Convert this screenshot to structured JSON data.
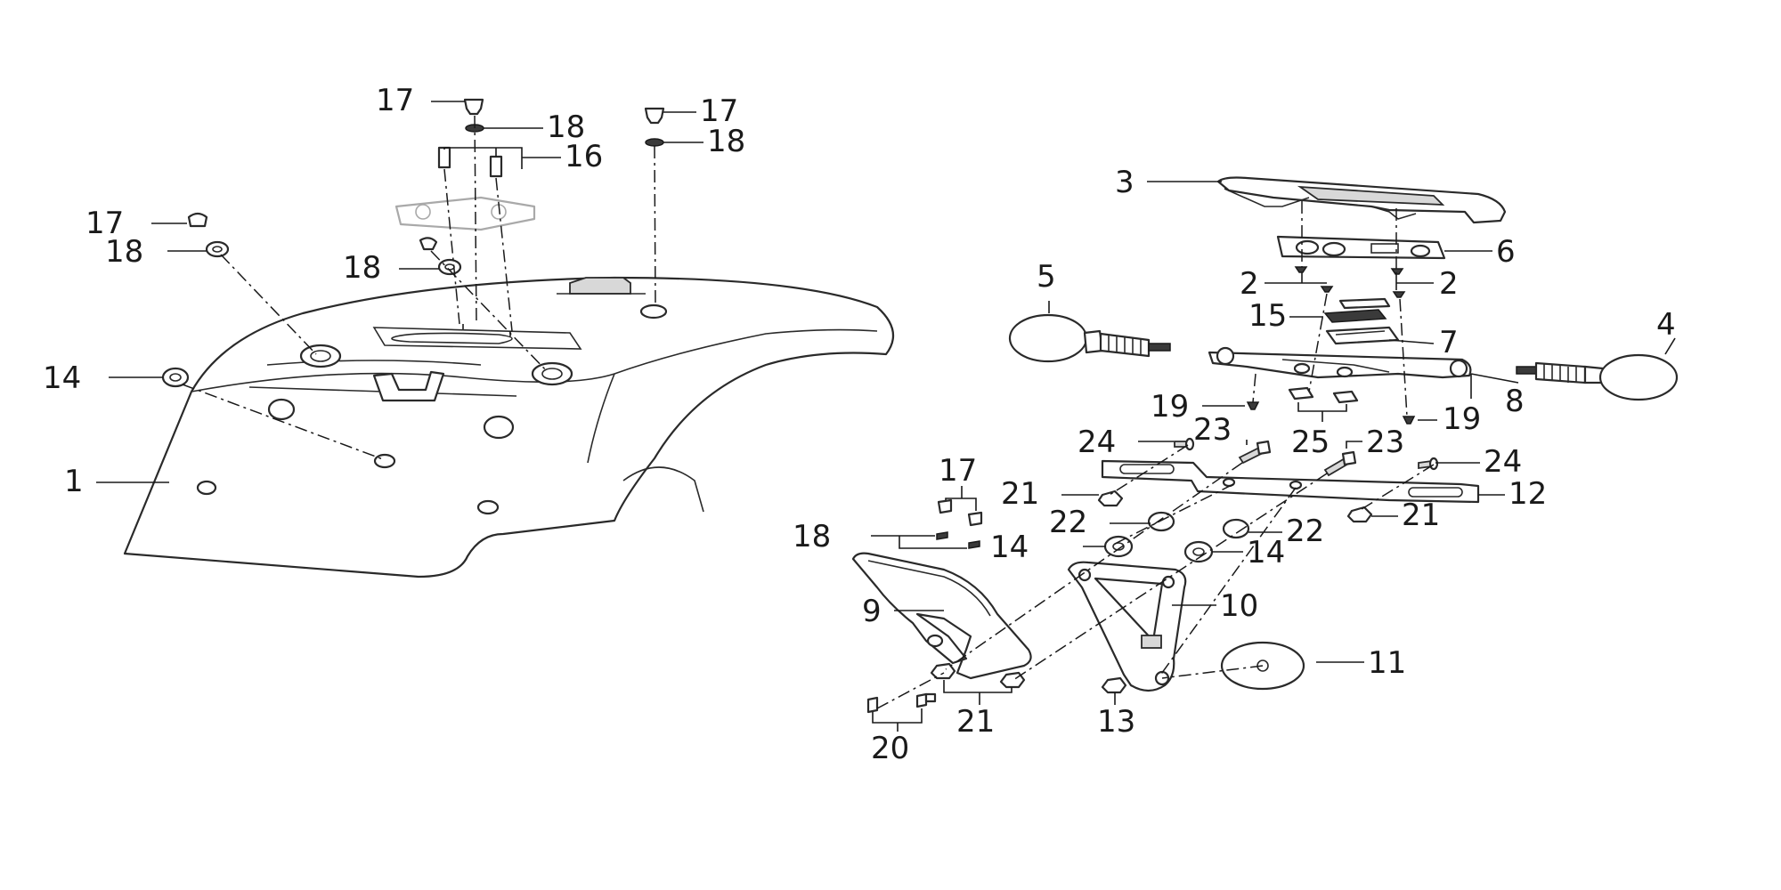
{
  "callouts": [
    {
      "id": "c-17a",
      "label": "17"
    },
    {
      "id": "c-18a",
      "label": "18"
    },
    {
      "id": "c-16",
      "label": "16"
    },
    {
      "id": "c-17b",
      "label": "17"
    },
    {
      "id": "c-18b",
      "label": "18"
    },
    {
      "id": "c-17c",
      "label": "17"
    },
    {
      "id": "c-18c",
      "label": "18"
    },
    {
      "id": "c-18d",
      "label": "18"
    },
    {
      "id": "c-14a",
      "label": "14"
    },
    {
      "id": "c-1",
      "label": "1"
    },
    {
      "id": "c-3",
      "label": "3"
    },
    {
      "id": "c-6",
      "label": "6"
    },
    {
      "id": "c-2a",
      "label": "2"
    },
    {
      "id": "c-2b",
      "label": "2"
    },
    {
      "id": "c-5",
      "label": "5"
    },
    {
      "id": "c-15",
      "label": "15"
    },
    {
      "id": "c-7",
      "label": "7"
    },
    {
      "id": "c-4",
      "label": "4"
    },
    {
      "id": "c-8",
      "label": "8"
    },
    {
      "id": "c-19a",
      "label": "19"
    },
    {
      "id": "c-19b",
      "label": "19"
    },
    {
      "id": "c-24a",
      "label": "24"
    },
    {
      "id": "c-23a",
      "label": "23"
    },
    {
      "id": "c-25",
      "label": "25"
    },
    {
      "id": "c-23b",
      "label": "23"
    },
    {
      "id": "c-24b",
      "label": "24"
    },
    {
      "id": "c-21a",
      "label": "21"
    },
    {
      "id": "c-12",
      "label": "12"
    },
    {
      "id": "c-17d",
      "label": "17"
    },
    {
      "id": "c-21b",
      "label": "21"
    },
    {
      "id": "c-22a",
      "label": "22"
    },
    {
      "id": "c-22b",
      "label": "22"
    },
    {
      "id": "c-18e",
      "label": "18"
    },
    {
      "id": "c-14b",
      "label": "14"
    },
    {
      "id": "c-14c",
      "label": "14"
    },
    {
      "id": "c-10",
      "label": "10"
    },
    {
      "id": "c-9",
      "label": "9"
    },
    {
      "id": "c-11",
      "label": "11"
    },
    {
      "id": "c-21c",
      "label": "21"
    },
    {
      "id": "c-13",
      "label": "13"
    },
    {
      "id": "c-20",
      "label": "20"
    }
  ]
}
